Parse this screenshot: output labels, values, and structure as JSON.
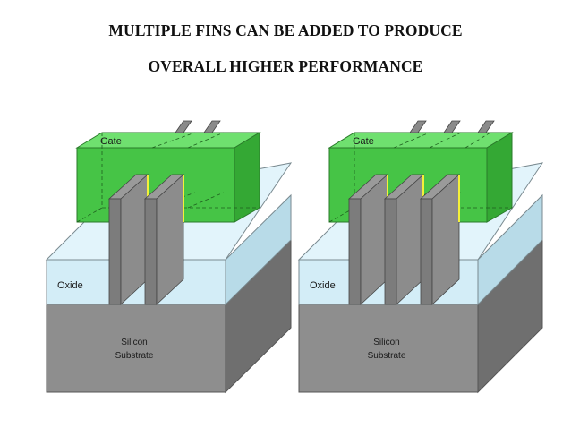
{
  "title": {
    "line1": "MULTIPLE FINS CAN BE ADDED TO PRODUCE",
    "line2": "OVERALL HIGHER PERFORMANCE"
  },
  "diagrams": [
    {
      "gate_label": "Gate",
      "oxide_label": "Oxide",
      "substrate_label_line1": "Silicon",
      "substrate_label_line2": "Substrate"
    },
    {
      "gate_label": "Gate",
      "oxide_label": "Oxide",
      "substrate_label_line1": "Silicon",
      "substrate_label_line2": "Substrate"
    }
  ],
  "colors": {
    "gate_green": "#4cc94c",
    "gate_green_dark": "#2e9a2e",
    "oxide_blue": "#d4eef8",
    "oxide_top": "#e4f5fb",
    "substrate_gray": "#8a8a8a",
    "fin_gray": "#7e7e7e",
    "fin_highlight": "#f4f03a"
  }
}
